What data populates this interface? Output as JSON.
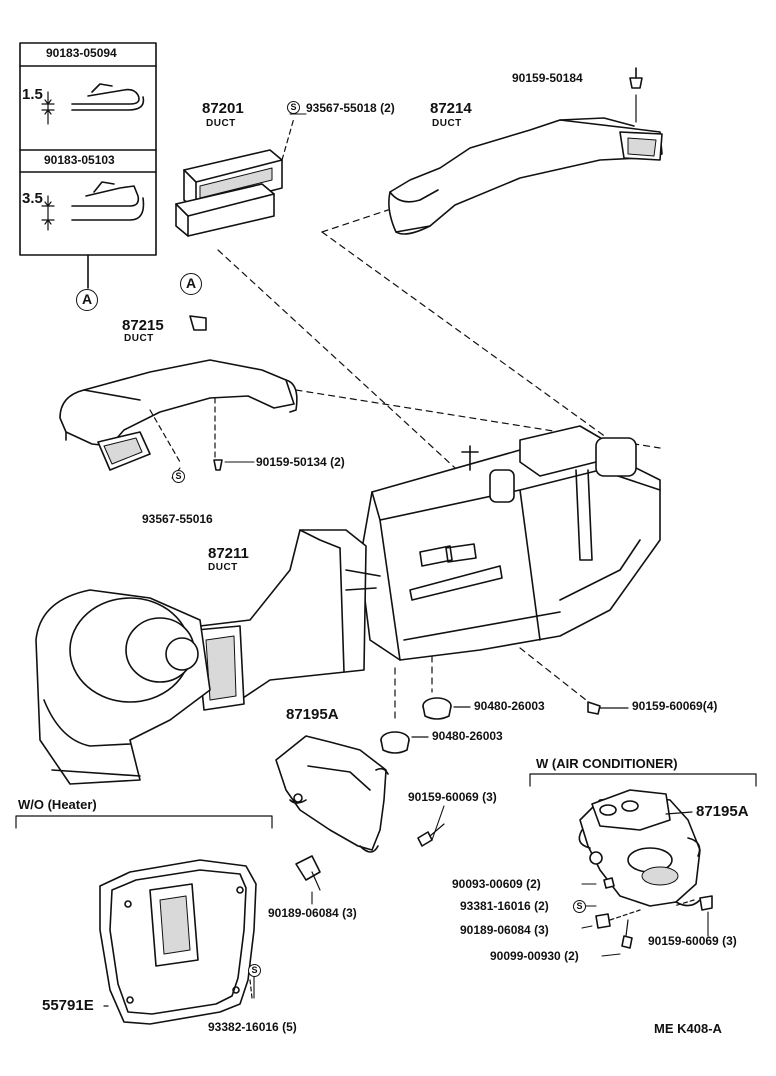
{
  "colors": {
    "ink": "#111111",
    "paper": "#ffffff",
    "shade": "#d9d9d9"
  },
  "clips": {
    "clip1_part": "90183-05094",
    "clip1_dim": "1.5",
    "clip2_part": "90183-05103",
    "clip2_dim": "3.5",
    "ref_marker": "A"
  },
  "duct_87201": {
    "number": "87201",
    "label": "DUCT",
    "seal": "93567-55018 (2)",
    "seal_symbol": "S"
  },
  "duct_87214": {
    "number": "87214",
    "label": "DUCT",
    "screw": "90159-50184"
  },
  "duct_87215": {
    "number": "87215",
    "label": "DUCT",
    "screw": "90159-50134 (2)",
    "seal": "93567-55016",
    "seal_symbol": "S"
  },
  "duct_87211": {
    "number": "87211",
    "label": "DUCT"
  },
  "ref_marker_a": "A",
  "heater_unit": {
    "grommet_1": "90480-26003",
    "grommet_2": "90480-26003",
    "screw": "90159-60069(4)"
  },
  "bracket_center": {
    "number": "87195A",
    "screw": "90159-60069 (3)",
    "clip": "90189-06084 (3)"
  },
  "wo_heater": {
    "header": "W/O (Heater)",
    "cover": "55791E",
    "seal": "93382-16016 (5)",
    "seal_symbol": "S"
  },
  "w_aircon": {
    "header": "W (AIR CONDITIONER)",
    "bracket": "87195A",
    "part_1": "90093-00609 (2)",
    "part_2": "93381-16016 (2)",
    "part_2_symbol": "S",
    "part_3": "90189-06084 (3)",
    "part_4": "90099-00930 (2)",
    "part_5": "90159-60069 (3)"
  },
  "footer_ref": "ME  K408-A"
}
